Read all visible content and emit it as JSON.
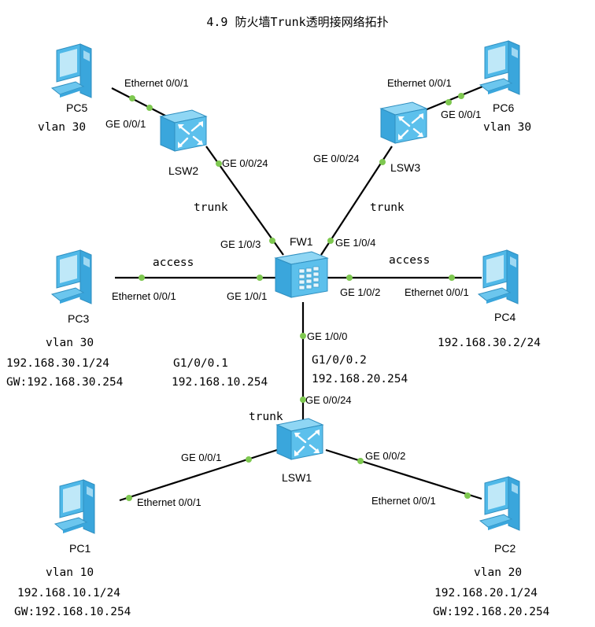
{
  "title": "4.9 防火墙Trunk透明接网络拓扑",
  "devices": {
    "pc5": {
      "name": "PC5",
      "vlan": "vlan 30"
    },
    "pc6": {
      "name": "PC6",
      "vlan": "vlan 30"
    },
    "pc3": {
      "name": "PC3",
      "vlan": "vlan 30",
      "ip": "192.168.30.1/24",
      "gw": "GW:192.168.30.254"
    },
    "pc4": {
      "name": "PC4",
      "ip": "192.168.30.2/24"
    },
    "pc1": {
      "name": "PC1",
      "vlan": "vlan 10",
      "ip": "192.168.10.1/24",
      "gw": "GW:192.168.10.254"
    },
    "pc2": {
      "name": "PC2",
      "vlan": "vlan 20",
      "ip": "192.168.20.1/24",
      "gw": "GW:192.168.20.254"
    },
    "lsw1": {
      "name": "LSW1"
    },
    "lsw2": {
      "name": "LSW2"
    },
    "lsw3": {
      "name": "LSW3"
    },
    "fw1": {
      "name": "FW1"
    }
  },
  "ports": {
    "pc5_eth": "Ethernet 0/0/1",
    "lsw2_ge1": "GE 0/0/1",
    "lsw2_ge24": "GE 0/0/24",
    "pc6_eth": "Ethernet 0/0/1",
    "lsw3_ge1": "GE 0/0/1",
    "lsw3_ge24": "GE 0/0/24",
    "fw_ge103": "GE 1/0/3",
    "fw_ge104": "GE 1/0/4",
    "fw_ge101": "GE 1/0/1",
    "fw_ge102": "GE 1/0/2",
    "fw_ge100": "GE 1/0/0",
    "pc3_eth": "Ethernet 0/0/1",
    "pc4_eth": "Ethernet 0/0/1",
    "lsw1_ge24": "GE 0/0/24",
    "lsw1_ge1": "GE 0/0/1",
    "lsw1_ge2": "GE 0/0/2",
    "pc1_eth": "Ethernet 0/0/1",
    "pc2_eth": "Ethernet 0/0/1"
  },
  "link_labels": {
    "lsw2_fw": "trunk",
    "lsw3_fw": "trunk",
    "pc3_fw": "access",
    "pc4_fw": "access",
    "fw_lsw1": "trunk"
  },
  "subinterfaces": {
    "g1": {
      "name": "G1/0/0.1",
      "ip": "192.168.10.254"
    },
    "g2": {
      "name": "G1/0/0.2",
      "ip": "192.168.20.254"
    }
  },
  "colors": {
    "link": "#000000",
    "port_dot": "#7ec850",
    "device_blue": "#4fb8e8"
  }
}
